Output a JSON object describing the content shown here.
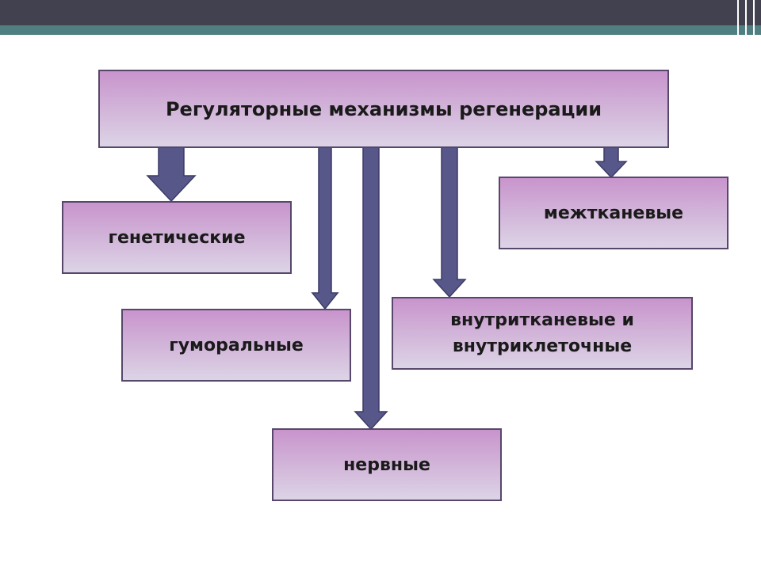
{
  "title": "Регуляторные механизмы регенерации",
  "nodes": {
    "genetic": "генетические",
    "humoral": "гуморальные",
    "nervous": "нервные",
    "intratissue_line1": "внутритканевые и",
    "intratissue_line2": "внутриклеточные",
    "intertissue": "межтканевые"
  },
  "colors": {
    "box_top": "#c894cc",
    "box_bottom": "#dcd4e6",
    "border": "#57476b",
    "arrow": "#58578a",
    "arrow_edge": "#3c3b66",
    "header_dark": "#41414f",
    "header_teal": "#4f7f80"
  }
}
